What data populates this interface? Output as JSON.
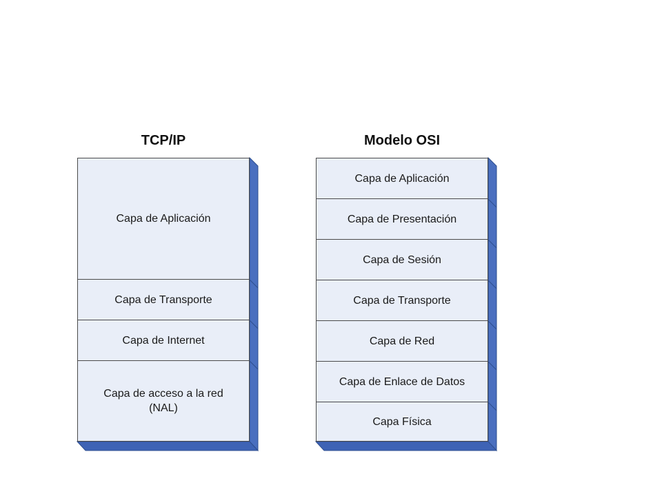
{
  "colors": {
    "layer_fill": "#e9eef8",
    "depth_side": "#4a6fbf",
    "depth_bottom": "#3e63b5",
    "border": "#4a4a4a"
  },
  "tcpip": {
    "title": "TCP/IP",
    "layers": [
      {
        "label": "Capa de Aplicación"
      },
      {
        "label": "Capa de Transporte"
      },
      {
        "label": "Capa de Internet"
      },
      {
        "label": "Capa de acceso a la red\n(NAL)"
      }
    ]
  },
  "osi": {
    "title": "Modelo OSI",
    "layers": [
      {
        "label": "Capa de Aplicación"
      },
      {
        "label": "Capa de Presentación"
      },
      {
        "label": "Capa de Sesión"
      },
      {
        "label": "Capa de Transporte"
      },
      {
        "label": "Capa de Red"
      },
      {
        "label": "Capa de Enlace de Datos"
      },
      {
        "label": "Capa Física"
      }
    ]
  }
}
